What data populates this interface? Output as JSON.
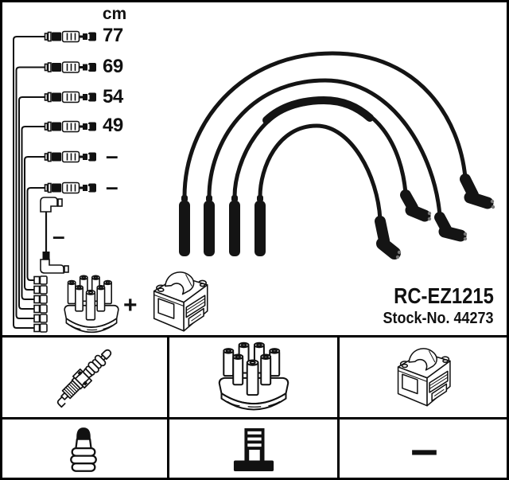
{
  "colors": {
    "ink": "#111111",
    "background": "#ffffff"
  },
  "header": {
    "unit": "cm"
  },
  "cables": {
    "rows": [
      {
        "length": "77"
      },
      {
        "length": "69"
      },
      {
        "length": "54"
      },
      {
        "length": "49"
      },
      {
        "length": "–"
      },
      {
        "length": "–"
      }
    ],
    "coil_wire_length": "–"
  },
  "kit": {
    "plus": "+"
  },
  "product": {
    "part_number": "RC-EZ1215",
    "stock": "Stock-No. 44273"
  },
  "grid": {
    "cells": [
      {
        "item": "spark-plug"
      },
      {
        "item": "distributor-cap"
      },
      {
        "item": "ignition-coil"
      },
      {
        "item": "terminal-nut"
      },
      {
        "item": "terminal-stud"
      },
      {
        "item": "none",
        "label": "–"
      }
    ]
  }
}
